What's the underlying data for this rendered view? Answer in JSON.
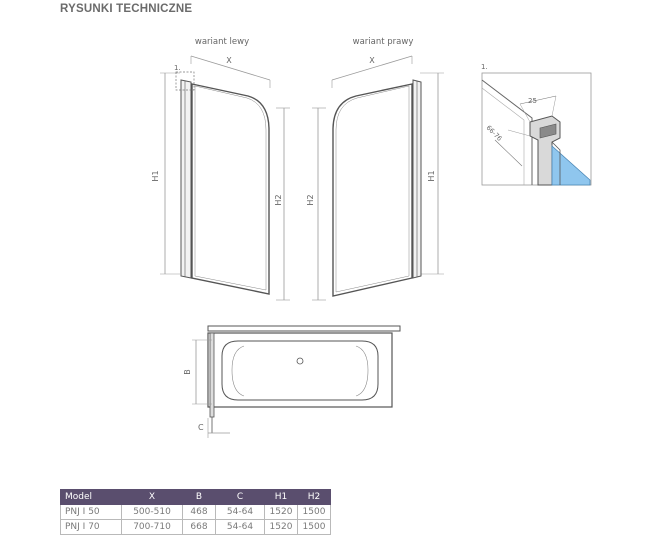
{
  "page": {
    "heading": "RYSUNKI TECHNICZNE"
  },
  "drawing": {
    "left_label": "wariant lewy",
    "right_label": "wariant prawy",
    "dim_x": "X",
    "dim_h1": "H1",
    "dim_h2": "H2",
    "dim_b": "B",
    "dim_c": "C",
    "callout_marker": "1.",
    "callout_ref": "1.",
    "detail_width": "25",
    "detail_range": "66-76",
    "colors": {
      "line": "#555555",
      "dimension": "#9a9a9a",
      "glass": "#8fc6ee"
    }
  },
  "table": {
    "header_bg": "#5a4e6e",
    "headers": [
      "Model",
      "X",
      "B",
      "C",
      "H1",
      "H2"
    ],
    "rows": [
      [
        "PNJ I 50",
        "500-510",
        "468",
        "54-64",
        "1520",
        "1500"
      ],
      [
        "PNJ I 70",
        "700-710",
        "668",
        "54-64",
        "1520",
        "1500"
      ]
    ]
  }
}
